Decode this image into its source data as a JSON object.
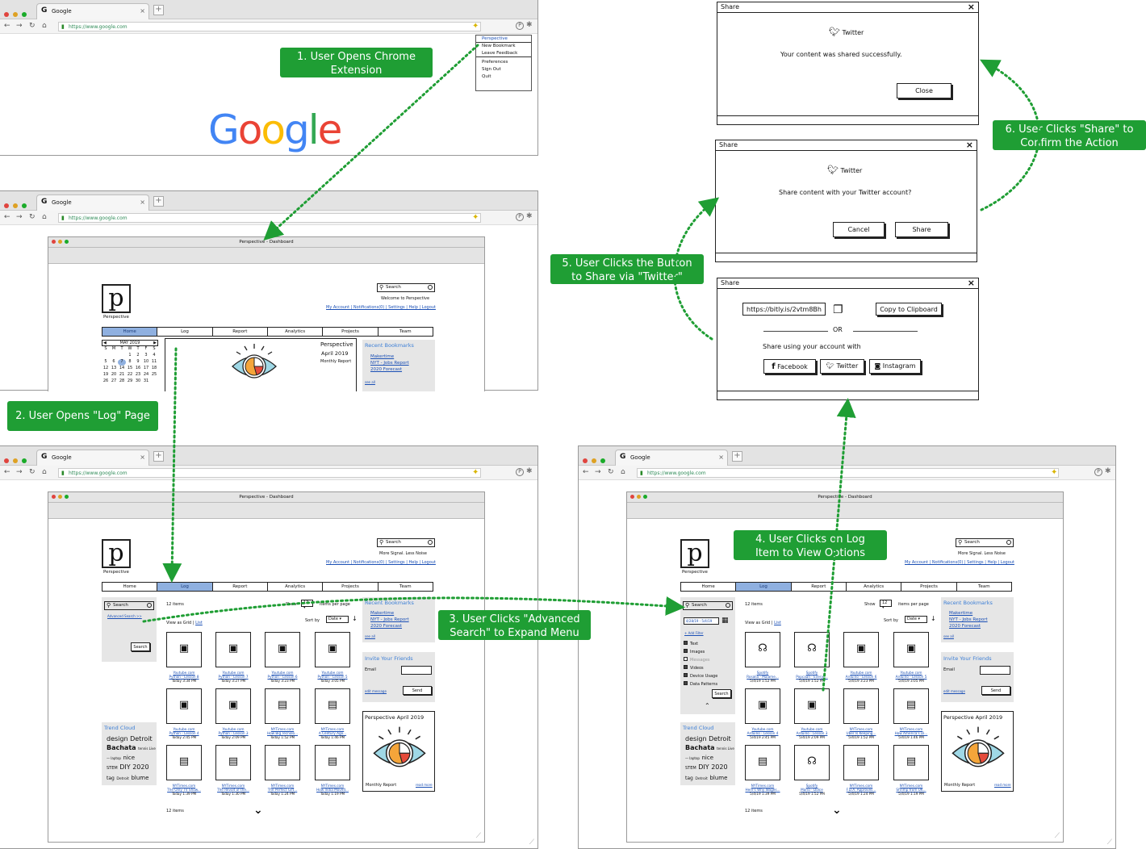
{
  "browser": {
    "tab_label": "Google",
    "url": "https://www.google.com"
  },
  "google_logo": {
    "letters": [
      "G",
      "o",
      "o",
      "g",
      "l",
      "e"
    ],
    "colors": [
      "#4285f4",
      "#ea4335",
      "#fbbc05",
      "#4285f4",
      "#34a853",
      "#ea4335"
    ]
  },
  "extension_menu": [
    "Perspective",
    "New Bookmark",
    "Leave Feedback",
    "Preferences",
    "Sign Out",
    "Quit"
  ],
  "dashboard": {
    "window_title": "Perspective - Dashboard",
    "logo_letter": "p",
    "logo_label": "Perspective",
    "search_placeholder": "Search",
    "welcome": "Welcome to Perspective",
    "tagline": "More Signal. Less Noise",
    "user_links": [
      "My Account",
      "Notifications(0)",
      "Settings",
      "Help",
      "Logout"
    ],
    "nav": [
      "Home",
      "Log",
      "Report",
      "Analytics",
      "Projects",
      "Team"
    ],
    "calendar": {
      "month": "MAY 2019",
      "weekdays": [
        "S",
        "M",
        "T",
        "W",
        "T",
        "F",
        "S"
      ],
      "rows": [
        [
          "",
          "",
          "",
          "1",
          "2",
          "3",
          "4"
        ],
        [
          "5",
          "6",
          "7",
          "8",
          "9",
          "10",
          "11"
        ],
        [
          "12",
          "13",
          "14",
          "15",
          "16",
          "17",
          "18"
        ],
        [
          "19",
          "20",
          "21",
          "22",
          "23",
          "24",
          "25"
        ],
        [
          "26",
          "27",
          "28",
          "29",
          "30",
          "31",
          ""
        ]
      ]
    },
    "report_card": {
      "title": "Perspective",
      "date": "April 2019",
      "subtitle": "Monthly Report"
    },
    "recent_bookmarks": {
      "title": "Recent Bookmarks",
      "items": [
        "Makertime",
        "NYT - Jobs Report",
        "2020 Forecast"
      ],
      "see_all": "see all"
    },
    "invite": {
      "title": "Invite Your Friends",
      "email_label": "Email",
      "edit_message": "edit message",
      "send": "Send"
    },
    "report_widget": {
      "title": "Perspective  April 2019",
      "footer_left": "Monthly Report",
      "footer_right": "read more"
    },
    "log": {
      "count": "12 items",
      "show_label": "Show",
      "show_value": "12",
      "per_page": "items per page",
      "sort_label": "Sort by",
      "sort_value": "Date",
      "view_as": "View as Grid",
      "view_list": "List",
      "footer_count": "12 items"
    },
    "sidebar": {
      "search": "Search",
      "advanced": "Advanced Search >>",
      "search_button": "Search",
      "date_range": "4/28/19 - 5/4/19",
      "add_filter": "+ Add Filter",
      "filters": [
        "Text",
        "Images",
        "Messages",
        "Videos",
        "Device Usage",
        "Data Patterns"
      ],
      "filters_checked": [
        true,
        true,
        false,
        true,
        true,
        true
      ]
    },
    "trend_cloud": {
      "title": "Trend Cloud",
      "words": [
        "design",
        "Detroit",
        "Bachata",
        "tennis",
        "Live",
        "laptop",
        "nice",
        "STEM",
        "DIY",
        "2020",
        "tag",
        "Detroit",
        "blume"
      ]
    },
    "tiles_a": [
      {
        "icon": "doc",
        "source": "Youtube.com",
        "title": "Python - Lesson 8",
        "time": "Today 3:34 PM"
      },
      {
        "icon": "doc",
        "source": "Youtube.com",
        "title": "Python - Lesson 7",
        "time": "Today 3:27 PM"
      },
      {
        "icon": "doc",
        "source": "Youtube.com",
        "title": "Python - Lesson 6",
        "time": "Today 3:23 PM"
      },
      {
        "icon": "doc",
        "source": "Youtube.com",
        "title": "Python - Lesson 5",
        "time": "Today 3:05 PM"
      },
      {
        "icon": "doc",
        "source": "Youtube.com",
        "title": "Python - Lesson 4",
        "time": "Today 2:45 PM"
      },
      {
        "icon": "doc",
        "source": "Youtube.com",
        "title": "Python - Lesson 3",
        "time": "Today 2:09 PM"
      },
      {
        "icon": "news",
        "source": "NYTimes.com",
        "title": "How Big Tecnolo...",
        "time": "Today 1:52 PM"
      },
      {
        "icon": "news",
        "source": "NYTimes.com",
        "title": "A Century Ago...",
        "time": "Today 1:46 PM"
      },
      {
        "icon": "news",
        "source": "NYTimes.com",
        "title": "The Only TV Show...",
        "time": "Today 1:39 PM"
      },
      {
        "icon": "news",
        "source": "NYTimes.com",
        "title": "The Revolt of the...",
        "time": "Today 1:30 PM"
      },
      {
        "icon": "news",
        "source": "NYTimes.com",
        "title": "The Perfect Gift...",
        "time": "Today 1:24 PM"
      },
      {
        "icon": "news",
        "source": "NYTimes.com",
        "title": "How India Moved...",
        "time": "Today 1:19 PM"
      }
    ],
    "tiles_b": [
      {
        "icon": "headphones",
        "source": "Spotify",
        "title": "Rosalia - Malame...",
        "time": "5/4/19 1:52 PM"
      },
      {
        "icon": "headphones",
        "source": "Spotify",
        "title": "Popcaan - Everyt...",
        "time": "5/4/19 1:52 PM"
      },
      {
        "icon": "doc",
        "source": "Youtube.com",
        "title": "Arduino - Lesson 6",
        "time": "5/4/19 3:23 PM"
      },
      {
        "icon": "doc",
        "source": "Youtube.com",
        "title": "Arduino - Lesson 5",
        "time": "5/4/19 3:05 PM"
      },
      {
        "icon": "doc",
        "source": "Youtube.com",
        "title": "Arduino - Lesson 4",
        "time": "5/4/19 2:45 PM"
      },
      {
        "icon": "doc",
        "source": "Youtube.com",
        "title": "Arduino - Lesson 3",
        "time": "5/4/19 2:09 PM"
      },
      {
        "icon": "news",
        "source": "NYTimes.com",
        "title": "Uber Is Keeping...",
        "time": "5/4/19 1:52 PM"
      },
      {
        "icon": "news",
        "source": "NYTimes.com",
        "title": "How America's Di...",
        "time": "5/4/19 1:46 PM"
      },
      {
        "icon": "news",
        "source": "NYTimes.com",
        "title": "Here's Why Wages...",
        "time": "5/4/19 1:39 PM"
      },
      {
        "icon": "headphones",
        "source": "Spotify",
        "title": "Mario - Dolce",
        "time": "5/4/19 1:52 PM"
      },
      {
        "icon": "news",
        "source": "NYTimes.com",
        "title": "F.D.A. Approves...",
        "time": "5/4/19 1:24 PM"
      },
      {
        "icon": "news",
        "source": "NYTimes.com",
        "title": "Shrimp from UK...",
        "time": "5/4/19 1:19 PM"
      }
    ]
  },
  "steps": [
    "1. User Opens Chrome Extension",
    "2. User Opens \"Log\" Page",
    "3. User Clicks \"Advanced Search\" to Expand Menu",
    "4. User Clicks on Log Item to View Options",
    "5. User Clicks the Button to Share via \"Twitter\"",
    "6. User Clicks \"Share\" to Confirm the Action"
  ],
  "share_dialogs": {
    "title": "Share",
    "options": {
      "link": "https://bitly.is/2vtm8Bh",
      "copy": "Copy to Clipboard",
      "or": "OR",
      "prompt": "Share using your account with",
      "buttons": [
        "Facebook",
        "Twitter",
        "Instagram"
      ]
    },
    "confirm": {
      "service": "Twitter",
      "message": "Share content with your Twitter account?",
      "cancel": "Cancel",
      "share": "Share"
    },
    "success": {
      "service": "Twitter",
      "message": "Your content was shared successfully.",
      "close": "Close"
    }
  },
  "colors": {
    "accent_green": "#1f9e34",
    "nav_active": "#8fb0e0",
    "link_blue": "#1a4fb5",
    "title_blue": "#3d7fd6"
  }
}
